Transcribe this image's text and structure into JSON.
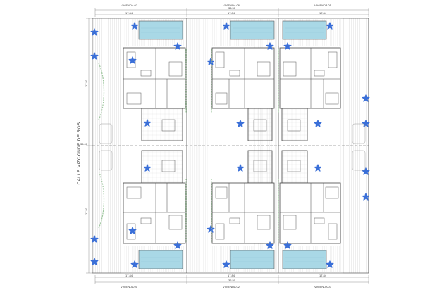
{
  "plan": {
    "top_lots": [
      "VIVIENDA 07",
      "VIVIENDA 06",
      "VIVIENDA 05"
    ],
    "bottom_lots": [
      "VIVIENDA 01",
      "VIVIENDA 02",
      "VIVIENDA 03"
    ],
    "street_name": "CALLE VIZCONDE DE ROS",
    "dims": {
      "top_total": "36.50",
      "top_each": [
        "17.84",
        "17.84",
        "17.84"
      ],
      "bottom_each": [
        "17.84",
        "17.84",
        "17.84"
      ],
      "bottom_total": "36.50",
      "side_upper": "17.93",
      "side_lower": "17.93",
      "center": "36.00"
    }
  },
  "colors": {
    "pool": "#a9d8e6",
    "plant": "#3a6fd8",
    "hatch": "#bdbdbd",
    "line": "#6b6b6b",
    "hedge": "#9ec79e"
  },
  "icons": [
    "plant-icon",
    "pool-icon",
    "bed-icon",
    "sofa-icon",
    "dining-table-icon"
  ]
}
